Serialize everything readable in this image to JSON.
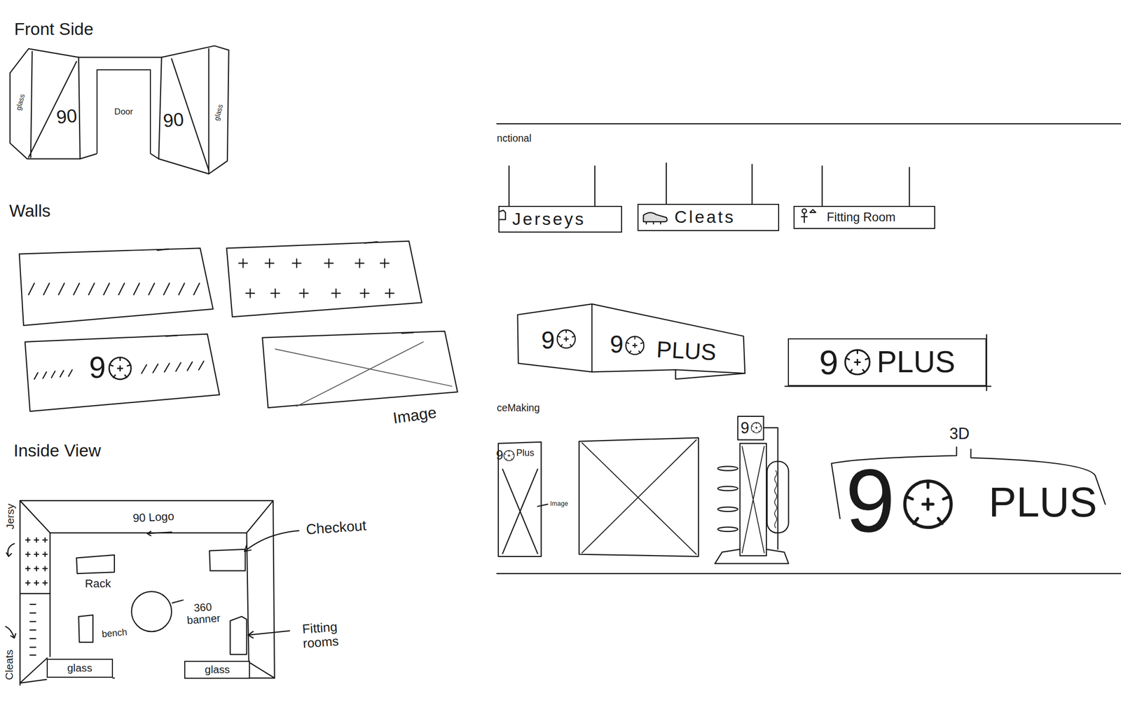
{
  "diagram": {
    "nodes": [
      {
        "text": [
          "Door"
        ]
      },
      {
        "text": [
          "glass"
        ]
      },
      {
        "text": [
          "glass"
        ]
      },
      {
        "text": [
          "Jerseys"
        ]
      },
      {
        "text": [
          "Cleats"
        ]
      },
      {
        "text": [
          "Fitting Room"
        ]
      },
      {
        "text": [
          "9",
          "PLUS"
        ]
      }
    ],
    "labels": [
      "Front Side",
      "glass",
      "90",
      "90",
      "glass",
      "Walls",
      "9",
      "Image",
      "Inside View",
      "90 Logo",
      "Jersy",
      "Checkout",
      "Rack",
      "360 banner",
      "bench",
      "Fitting rooms",
      "Cleats",
      "nctional",
      "9",
      "9",
      "PLUS",
      "ceMaking",
      "9",
      "Plus",
      "Image",
      "9",
      "3D",
      "9",
      "PLUS"
    ]
  }
}
